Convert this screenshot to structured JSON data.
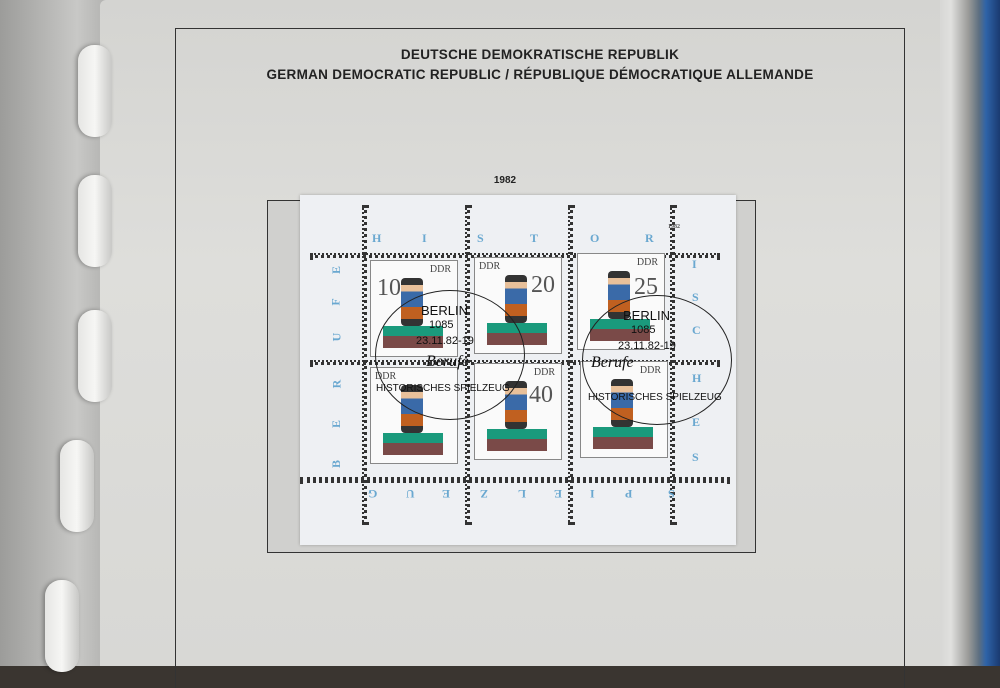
{
  "album_page": {
    "title_line1": "DEUTSCHE DEMOKRATISCHE REPUBLIK",
    "title_line2": "GERMAN DEMOCRATIC REPUBLIC / RÉPUBLIQUE DÉMOCRATIQUE ALLEMANDE",
    "year": "1982"
  },
  "sheet": {
    "year_print": "1982",
    "margin_top": [
      "H",
      "I",
      "S",
      "T",
      "O",
      "R"
    ],
    "margin_right": [
      "I",
      "S",
      "C",
      "H",
      "E",
      "S"
    ],
    "margin_bottom": [
      "S",
      "P",
      "I",
      "E",
      "L",
      "Z",
      "E",
      "U",
      "G"
    ],
    "margin_left": [
      "B",
      "E",
      "R",
      "U",
      "F",
      "E"
    ],
    "stamps": [
      {
        "country": "DDR",
        "value": "10"
      },
      {
        "country": "DDR",
        "value": "20"
      },
      {
        "country": "DDR",
        "value": "25"
      },
      {
        "country": "DDR",
        "value": ""
      },
      {
        "country": "DDR",
        "value": "40"
      },
      {
        "country": "DDR",
        "value": ""
      }
    ],
    "postmark": {
      "city": "BERLIN",
      "postcode": "1085",
      "date": "23.11.82-19",
      "ring_text": "HISTORISCHES SPIELZEUG",
      "center": "Berufe"
    }
  }
}
